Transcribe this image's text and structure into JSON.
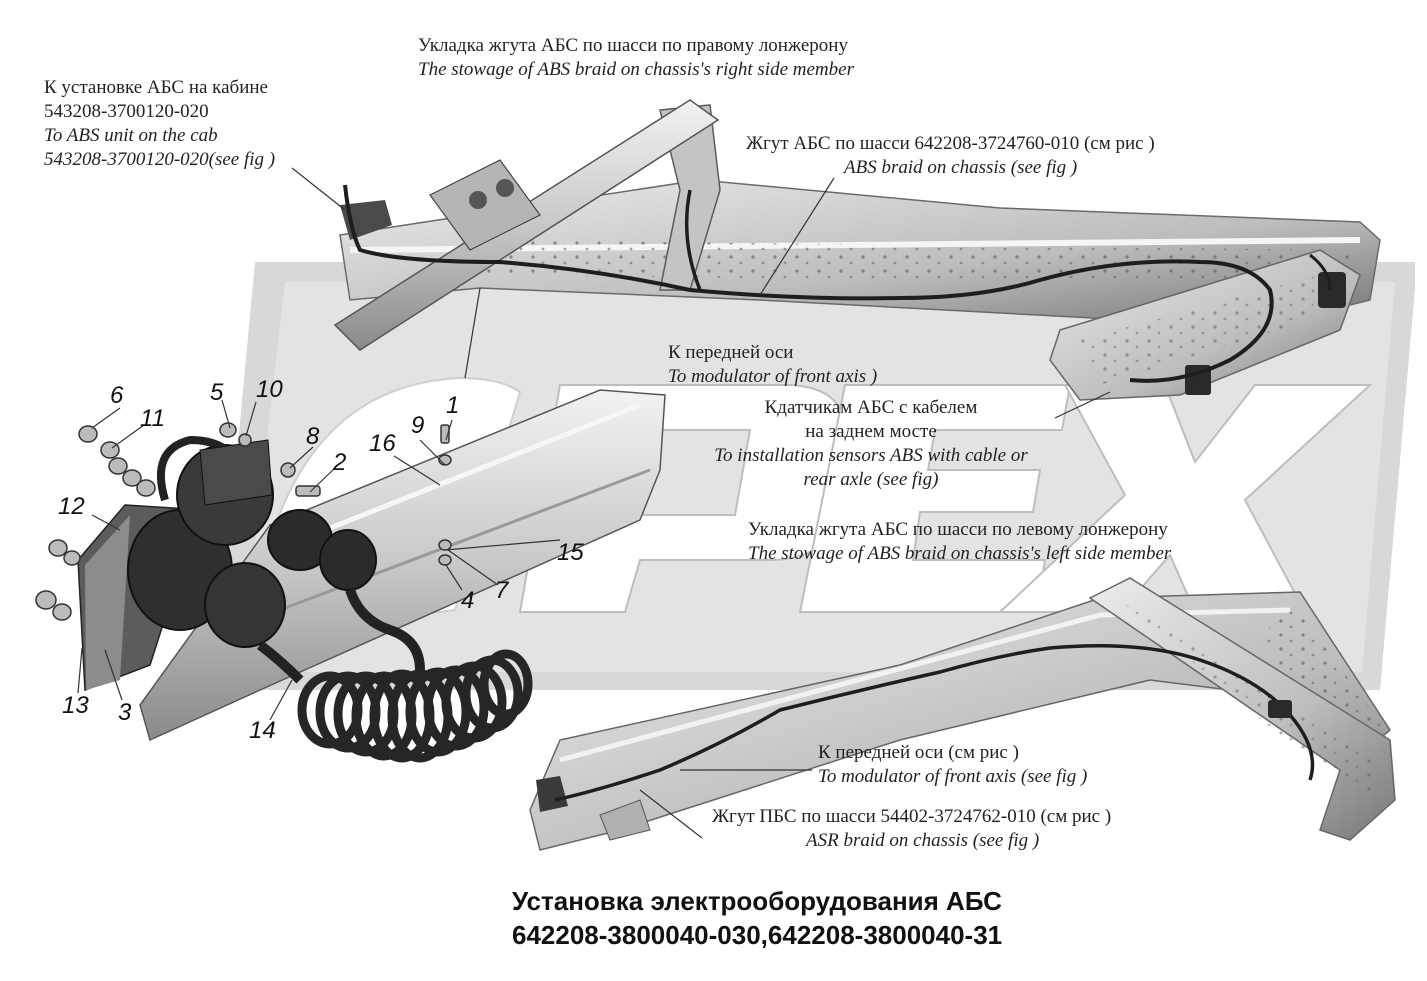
{
  "colors": {
    "watermark_fill": "#d6d6d6",
    "watermark_letters": "#ffffff",
    "frame_light": "#e8e8e8",
    "frame_mid": "#b8b8b8",
    "frame_dark": "#5a5a5a",
    "cable": "#1e1e1e",
    "text": "#222222"
  },
  "annotations": {
    "cab": {
      "ru1": "К установке АБС на кабине",
      "ru2": "543208-3700120-020",
      "en1": "To ABS unit on the cab",
      "en2": "543208-3700120-020(see fig     )"
    },
    "right_member": {
      "ru": "Укладка жгута АБС по шасси по правому лонжерону",
      "en": "The stowage of ABS braid on chassis's right side member"
    },
    "abs_braid": {
      "ru": "Жгут АБС по шасси 642208-3724760-010 (см рис     )",
      "en": "ABS braid on chassis (see fig     )"
    },
    "front_axis_top": {
      "ru": "К передней оси",
      "en": "To modulator of front axis     )"
    },
    "rear_sensors": {
      "ru1": "Кдатчикам АБС с кабелем",
      "ru2": "на заднем мосте",
      "en1": "To installation sensors ABS with cable or",
      "en2": "rear axle (see fig)"
    },
    "left_member": {
      "ru": "Укладка жгута АБС по шасси по левому лонжерону",
      "en": "The stowage of ABS braid on chassis's left side member"
    },
    "front_axis_bottom": {
      "ru": "К передней оси (см рис     )",
      "en": "To modulator of front axis (see fig     )"
    },
    "asr_braid": {
      "ru": "Жгут ПБС по шасси 54402-3724762-010 (см рис     )",
      "en": "ASR braid on chassis (see fig     )"
    }
  },
  "part_numbers": {
    "p1": "1",
    "p2": "2",
    "p3": "3",
    "p4": "4",
    "p5": "5",
    "p6": "6",
    "p7": "7",
    "p8": "8",
    "p9": "9",
    "p10": "10",
    "p11": "11",
    "p12": "12",
    "p13": "13",
    "p14": "14",
    "p15": "15",
    "p16": "16"
  },
  "caption": {
    "line1": "Установка электрооборудования АБС",
    "line2": "642208-3800040-030,642208-3800040-31"
  }
}
